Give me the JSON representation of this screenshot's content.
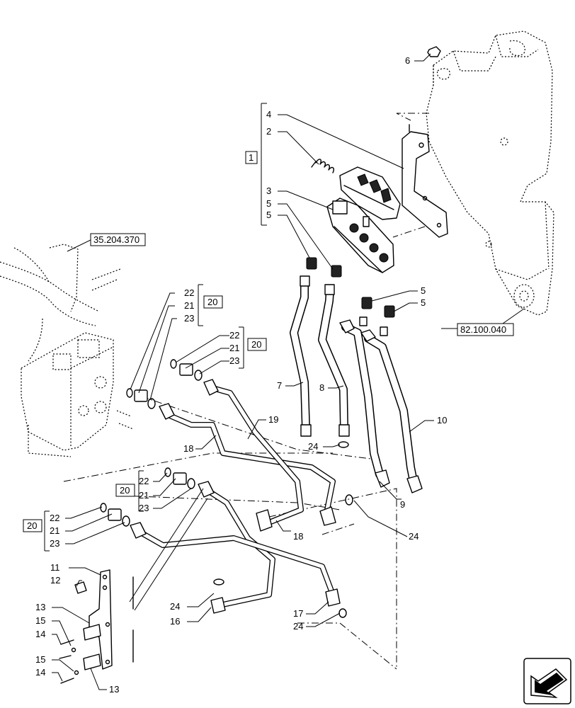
{
  "callouts": {
    "c4": "4",
    "c2": "2",
    "c3": "3",
    "c5a": "5",
    "c5b": "5",
    "c5c": "5",
    "c5d": "5",
    "c6": "6",
    "c7": "7",
    "c8": "8",
    "c9": "9",
    "c10": "10",
    "c11": "11",
    "c12": "12",
    "c13a": "13",
    "c13b": "13",
    "c14a": "14",
    "c14b": "14",
    "c15a": "15",
    "c15b": "15",
    "c16": "16",
    "c17": "17",
    "c18a": "18",
    "c18b": "18",
    "c19": "19",
    "c24a": "24",
    "c24b": "24",
    "c24c": "24",
    "c24d": "24",
    "c22a": "22",
    "c21a": "21",
    "c23a": "23",
    "c22b": "22",
    "c21b": "21",
    "c23b": "23",
    "c22c": "22",
    "c21c": "21",
    "c23c": "23",
    "c22d": "22",
    "c21d": "21",
    "c23d": "23"
  },
  "kit_labels": {
    "k1": "1",
    "k20a": "20",
    "k20b": "20",
    "k20c": "20",
    "k20d": "20"
  },
  "references": {
    "ref_valve": "35.204.370",
    "ref_frame": "82.100.040"
  },
  "icons": [
    "navigation-arrow-icon"
  ]
}
